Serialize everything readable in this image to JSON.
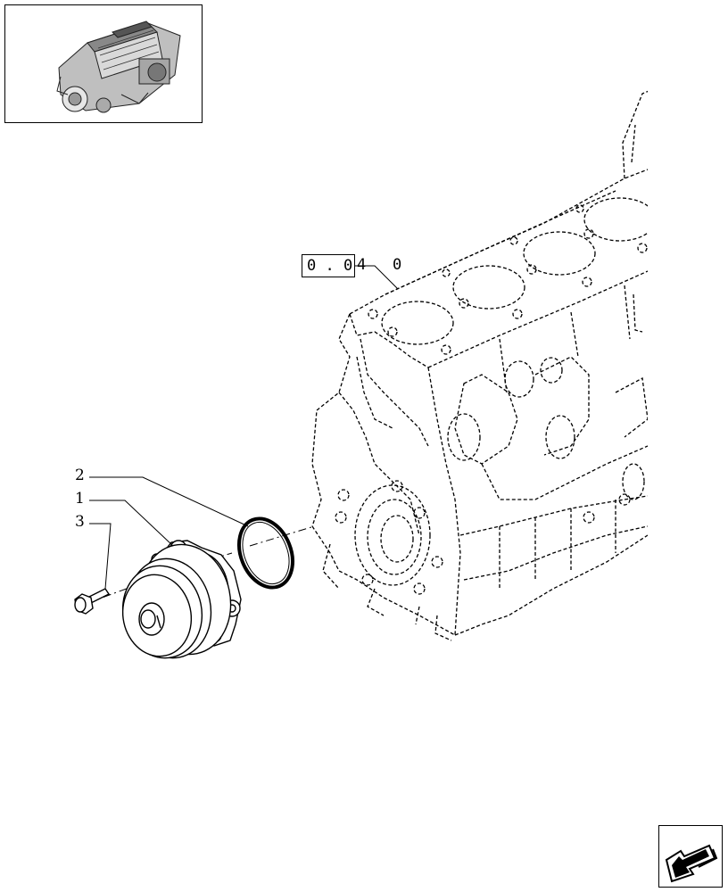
{
  "reference": {
    "group_code": "0 . 0",
    "tail_digit": "4",
    "tail_suffix": "0"
  },
  "callouts": [
    {
      "id": "2",
      "label": "2"
    },
    {
      "id": "1",
      "label": "1"
    },
    {
      "id": "3",
      "label": "3"
    }
  ],
  "icons": {
    "thumbnail": "engine-thumbnail-icon",
    "navigation": "next-page-arrow-icon"
  },
  "colors": {
    "line": "#000000",
    "background": "#ffffff"
  }
}
